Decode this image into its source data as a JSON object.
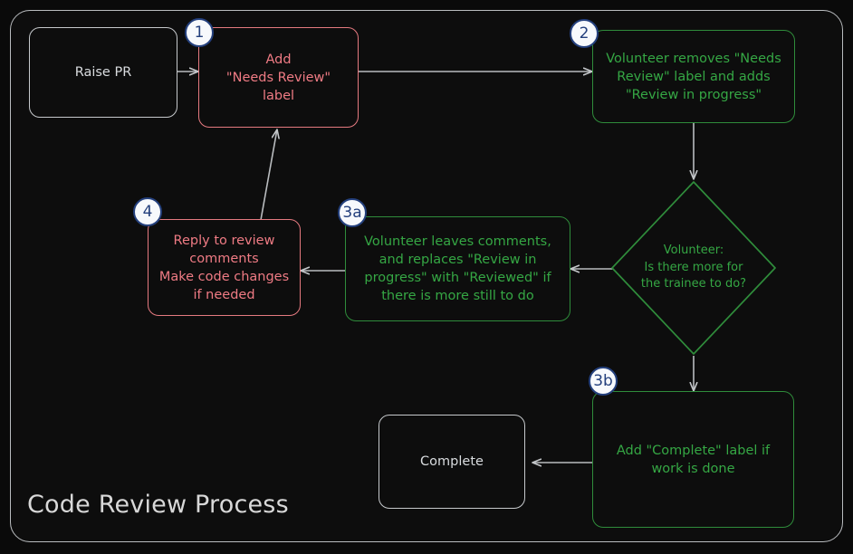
{
  "diagram": {
    "title": "Code Review Process",
    "type": "flowchart",
    "theme": {
      "background": "#0a0a0a",
      "frame_border": "#b9bcbf",
      "title_color": "#d8d8d8",
      "plain_border": "#c6c9cc",
      "plain_text": "#d9dcdf",
      "red_border": "#e57a80",
      "red_text": "#ef7b84",
      "green_border": "#2f8c3b",
      "green_text": "#35a744",
      "edge_color": "#b9bcbf",
      "badge_fill": "#f7f9fc",
      "badge_border": "#24407d",
      "badge_text": "#24407d"
    },
    "nodes": [
      {
        "id": "raise_pr",
        "label": "Raise PR",
        "shape": "rounded-rect",
        "style": "plain"
      },
      {
        "id": "add_label",
        "label": "Add\n\"Needs Review\"\nlabel",
        "shape": "rounded-rect",
        "style": "red"
      },
      {
        "id": "vol_swap",
        "label": "Volunteer removes \"Needs\nReview\" label and adds\n\"Review in progress\"",
        "shape": "rounded-rect",
        "style": "green"
      },
      {
        "id": "decision",
        "label": "Volunteer:\nIs there more for\nthe trainee to do?",
        "shape": "diamond",
        "style": "green"
      },
      {
        "id": "vol_comments",
        "label": "Volunteer leaves comments,\nand replaces \"Review in\nprogress\" with \"Reviewed\" if\nthere is more still to do",
        "shape": "rounded-rect",
        "style": "green"
      },
      {
        "id": "reply",
        "label": "Reply to review\ncomments\nMake code changes\nif needed",
        "shape": "rounded-rect",
        "style": "red"
      },
      {
        "id": "complete_lbl",
        "label": "Add \"Complete\" label if\nwork is done",
        "shape": "rounded-rect",
        "style": "green"
      },
      {
        "id": "complete",
        "label": "Complete",
        "shape": "rounded-rect",
        "style": "plain"
      }
    ],
    "badges": [
      {
        "id": "b1",
        "text": "1",
        "for_node": "add_label"
      },
      {
        "id": "b2",
        "text": "2",
        "for_node": "vol_swap"
      },
      {
        "id": "b3a",
        "text": "3a",
        "for_node": "vol_comments"
      },
      {
        "id": "b3b",
        "text": "3b",
        "for_node": "complete_lbl"
      },
      {
        "id": "b4",
        "text": "4",
        "for_node": "reply"
      }
    ],
    "edges": [
      {
        "from": "raise_pr",
        "to": "add_label",
        "label": ""
      },
      {
        "from": "add_label",
        "to": "vol_swap",
        "label": ""
      },
      {
        "from": "vol_swap",
        "to": "decision",
        "label": ""
      },
      {
        "from": "decision",
        "to": "vol_comments",
        "label": ""
      },
      {
        "from": "vol_comments",
        "to": "reply",
        "label": ""
      },
      {
        "from": "reply",
        "to": "add_label",
        "label": ""
      },
      {
        "from": "decision",
        "to": "complete_lbl",
        "label": ""
      },
      {
        "from": "complete_lbl",
        "to": "complete",
        "label": ""
      }
    ]
  }
}
